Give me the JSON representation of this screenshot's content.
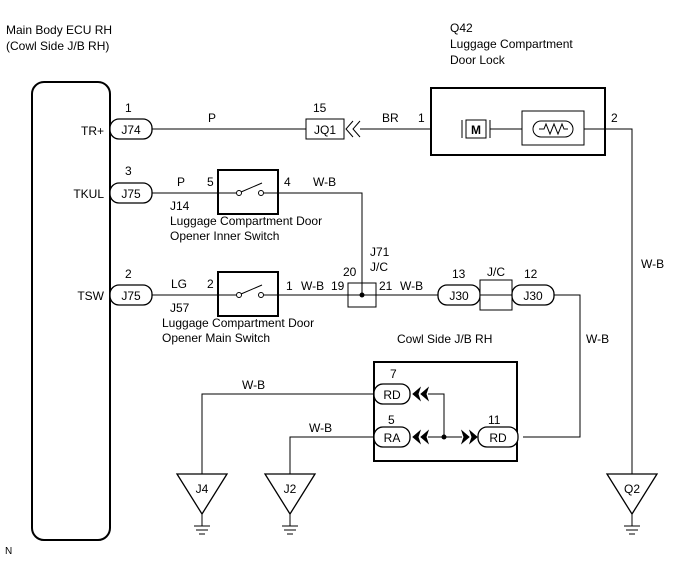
{
  "ecu": {
    "title_line1": "Main Body ECU RH",
    "title_line2": "(Cowl Side J/B RH)",
    "pins": [
      {
        "name": "TR+",
        "number": "1",
        "connector": "J74"
      },
      {
        "name": "TKUL",
        "number": "3",
        "connector": "J75"
      },
      {
        "name": "TSW",
        "number": "2",
        "connector": "J75"
      }
    ]
  },
  "door_lock": {
    "code": "Q42",
    "name_line1": "Luggage Compartment",
    "name_line2": "Door Lock",
    "pin_in": "1",
    "pin_out": "2",
    "motor_symbol": "M"
  },
  "jq1": {
    "connector": "JQ1",
    "pin": "15"
  },
  "inner_switch": {
    "code": "J14",
    "name_line1": "Luggage Compartment Door",
    "name_line2": "Opener Inner Switch",
    "pin_left": "5",
    "pin_right": "4"
  },
  "main_switch": {
    "code": "J57",
    "name_line1": "Luggage Compartment Door",
    "name_line2": "Opener Main Switch",
    "pin_left": "2",
    "pin_right": "1"
  },
  "junction_j71": {
    "code": "J71",
    "type": "J/C",
    "pin_top": "20",
    "pin_left": "19",
    "pin_right": "21"
  },
  "junction_j30": {
    "type": "J/C",
    "connector_left": "J30",
    "connector_right": "J30",
    "pin_left": "13",
    "pin_right": "12"
  },
  "cowl_jb": {
    "title": "Cowl Side J/B RH",
    "rd_top": {
      "connector": "RD",
      "pin": "7"
    },
    "ra": {
      "connector": "RA",
      "pin": "5"
    },
    "rd_right": {
      "connector": "RD",
      "pin": "11"
    }
  },
  "wires": {
    "tr_to_jq1": "P",
    "jq1_to_lock": "BR",
    "tkul_to_switch": "P",
    "inner_switch_out": "W-B",
    "tsw_to_switch": "LG",
    "main_switch_out": "W-B",
    "j71_to_j30": "W-B",
    "j30_to_jb": "W-B",
    "lock_to_ground": "W-B",
    "rd_to_j4": "W-B",
    "ra_to_j2": "W-B"
  },
  "grounds": [
    "J4",
    "J2",
    "Q2"
  ],
  "corner_mark": "N"
}
